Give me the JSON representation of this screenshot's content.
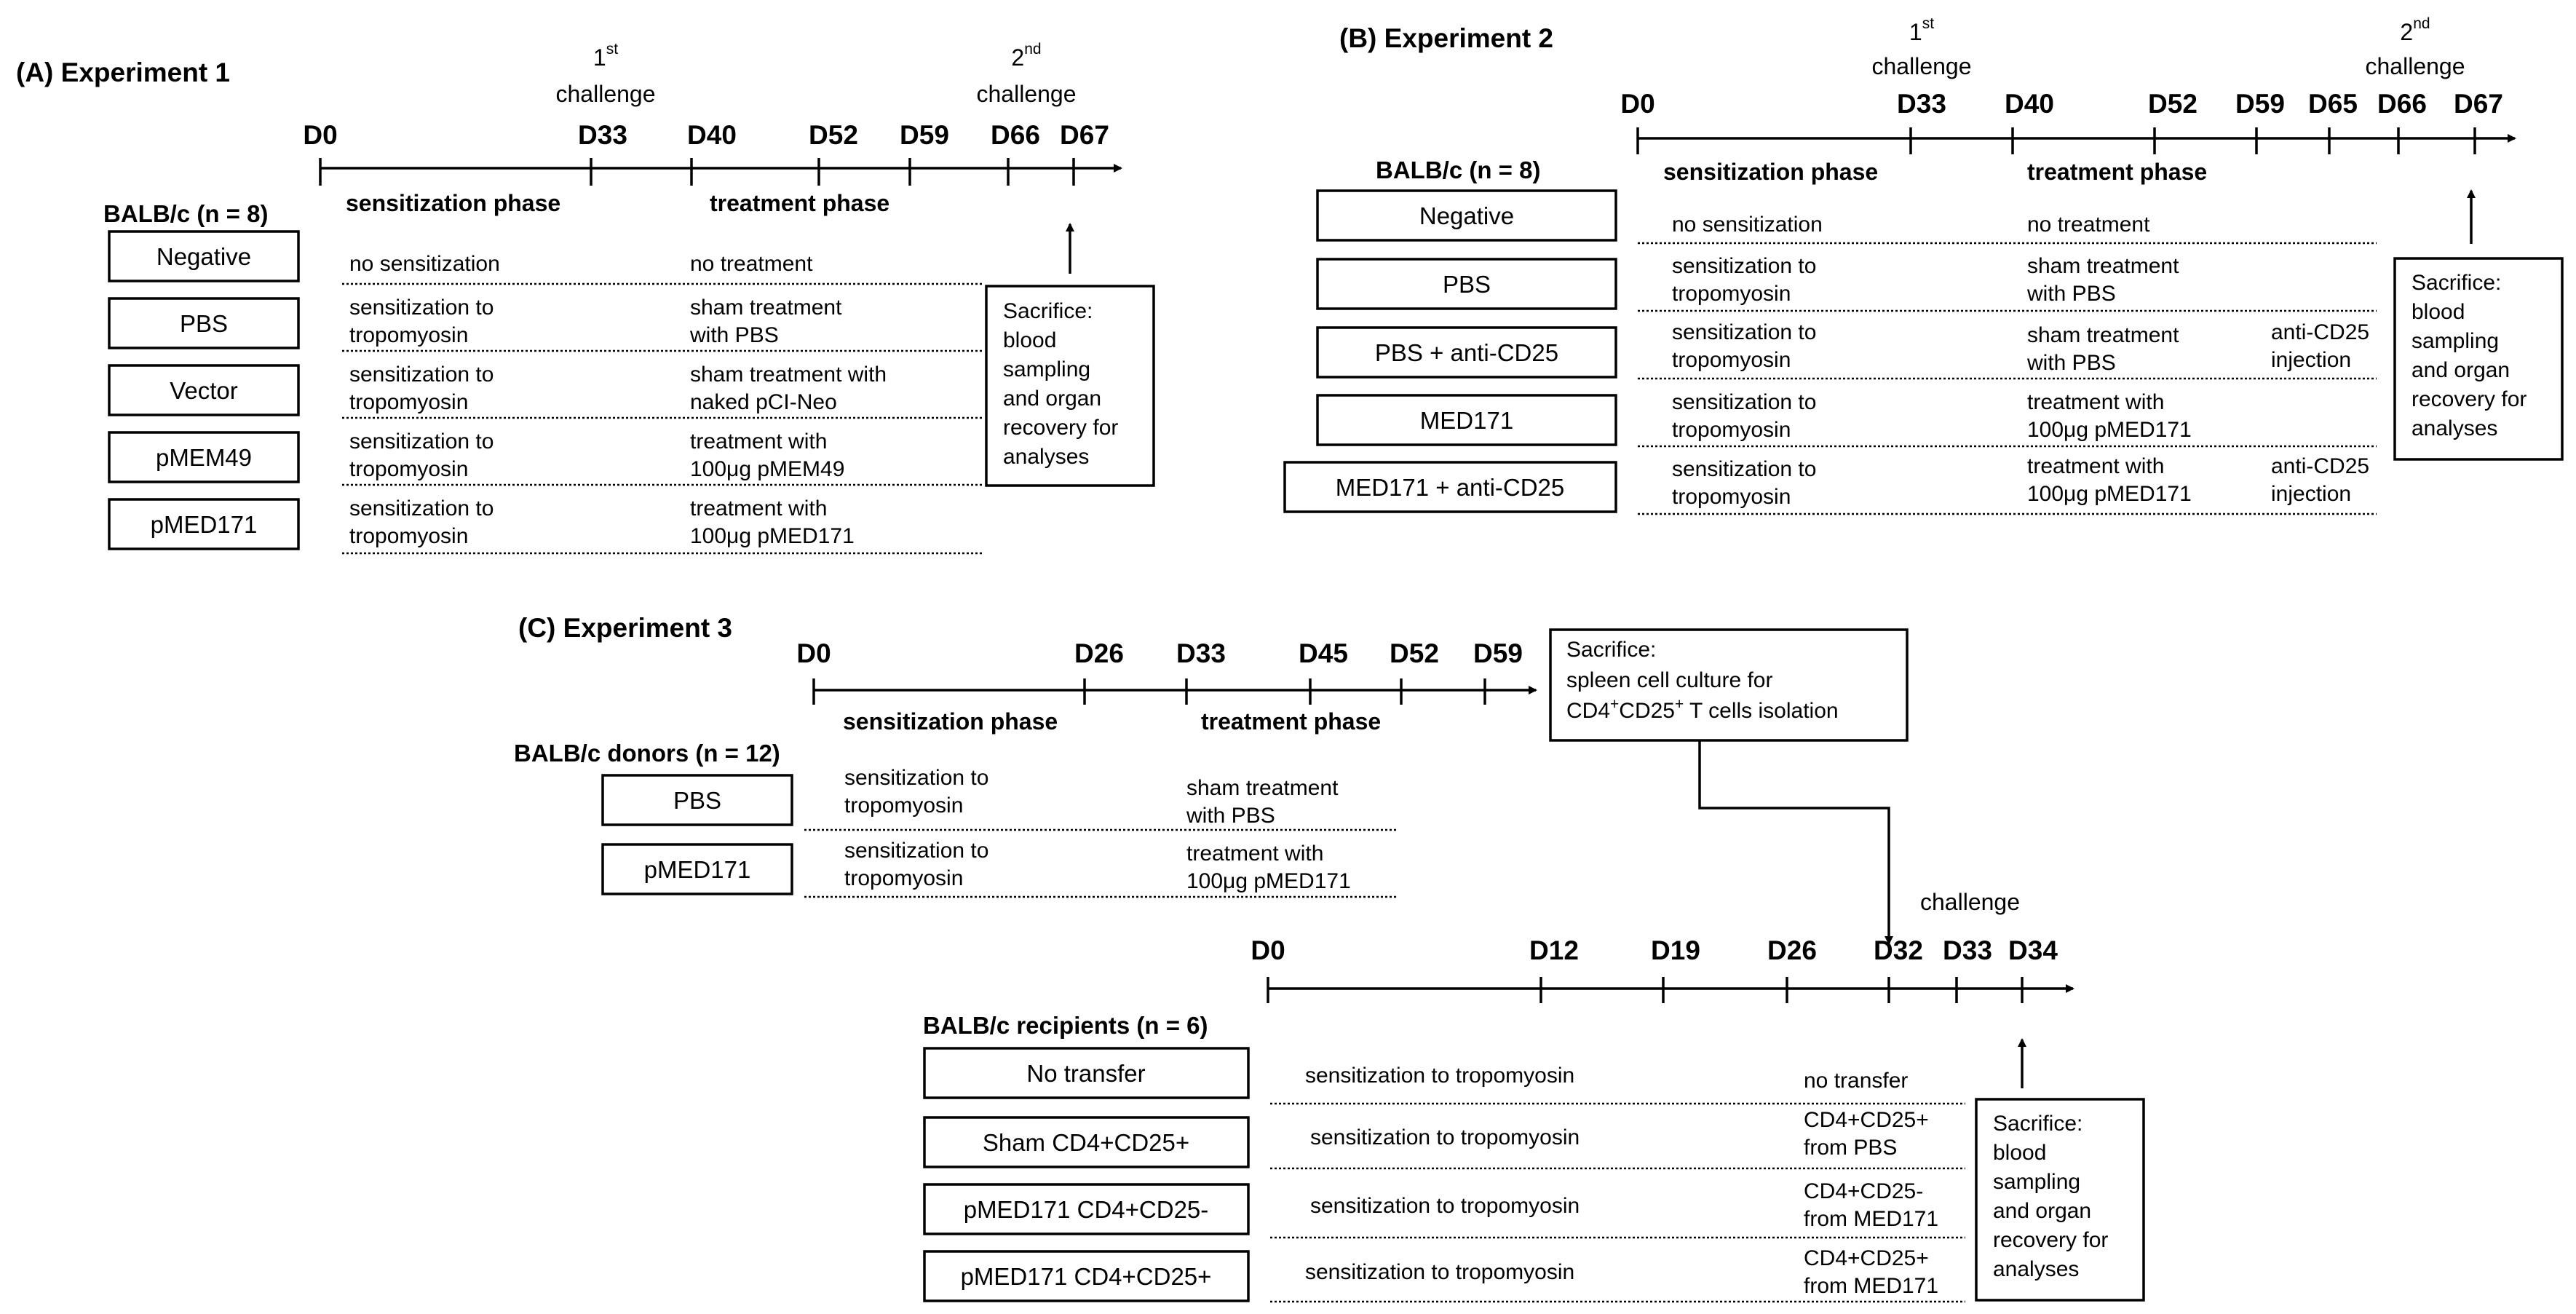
{
  "panelA": {
    "title": "(A) Experiment 1",
    "days": [
      "D0",
      "D33",
      "D40",
      "D52",
      "D59",
      "D66",
      "D67"
    ],
    "challenge1": {
      "num": "1",
      "sup": "st",
      "label": "challenge"
    },
    "challenge2": {
      "num": "2",
      "sup": "nd",
      "label": "challenge"
    },
    "phase1": "sensitization phase",
    "phase2": "treatment phase",
    "cohort": "BALB/c (n = 8)",
    "groups": [
      "Negative",
      "PBS",
      "Vector",
      "pMEM49",
      "pMED171"
    ],
    "sens": [
      [
        "no sensitization"
      ],
      [
        "sensitization to",
        "tropomyosin"
      ],
      [
        "sensitization to",
        "tropomyosin"
      ],
      [
        "sensitization to",
        "tropomyosin"
      ],
      [
        "sensitization to",
        "tropomyosin"
      ]
    ],
    "treat": [
      [
        "no treatment"
      ],
      [
        "sham treatment",
        "with PBS"
      ],
      [
        "sham treatment with",
        "naked pCI-Neo"
      ],
      [
        "treatment with",
        "100μg pMEM49"
      ],
      [
        "treatment with",
        "100μg pMED171"
      ]
    ],
    "sacrifice": [
      "Sacrifice:",
      "blood",
      "sampling",
      "and organ",
      "recovery for",
      "analyses"
    ]
  },
  "panelB": {
    "title": "(B) Experiment 2",
    "days": [
      "D0",
      "D33",
      "D40",
      "D52",
      "D59",
      "D65",
      "D66",
      "D67"
    ],
    "challenge1": {
      "num": "1",
      "sup": "st",
      "label": "challenge"
    },
    "challenge2": {
      "num": "2",
      "sup": "nd",
      "label": "challenge"
    },
    "phase1": "sensitization phase",
    "phase2": "treatment phase",
    "cohort": "BALB/c (n = 8)",
    "groups": [
      "Negative",
      "PBS",
      "PBS + anti-CD25",
      "MED171",
      "MED171 + anti-CD25"
    ],
    "sens": [
      [
        "no sensitization"
      ],
      [
        "sensitization to",
        "tropomyosin"
      ],
      [
        "sensitization to",
        "tropomyosin"
      ],
      [
        "sensitization to",
        "tropomyosin"
      ],
      [
        "sensitization to",
        "tropomyosin"
      ]
    ],
    "treat": [
      [
        "no treatment"
      ],
      [
        "sham treatment",
        "with PBS"
      ],
      [
        "sham treatment",
        "with PBS"
      ],
      [
        "treatment with",
        "100μg pMED171"
      ],
      [
        "treatment with",
        "100μg pMED171"
      ]
    ],
    "extra": [
      [],
      [],
      [
        "anti-CD25",
        "injection"
      ],
      [],
      [
        "anti-CD25",
        "injection"
      ]
    ],
    "sacrifice": [
      "Sacrifice:",
      "blood",
      "sampling",
      "and organ",
      "recovery for",
      "analyses"
    ]
  },
  "panelC": {
    "title": "(C) Experiment 3",
    "donor_days": [
      "D0",
      "D26",
      "D33",
      "D45",
      "D52",
      "D59"
    ],
    "phase1": "sensitization phase",
    "phase2": "treatment phase",
    "donor_cohort": "BALB/c donors (n = 12)",
    "donor_groups": [
      "PBS",
      "pMED171"
    ],
    "donor_sens": [
      [
        "sensitization to",
        "tropomyosin"
      ],
      [
        "sensitization to",
        "tropomyosin"
      ]
    ],
    "donor_treat": [
      [
        "sham treatment",
        "with PBS"
      ],
      [
        "treatment with",
        "100μg pMED171"
      ]
    ],
    "sac_title": "Sacrifice:",
    "sac_line2": "spleen cell culture for",
    "sac_cd4": "CD4",
    "sac_plus1": "+",
    "sac_cd25": "CD25",
    "sac_plus2": "+",
    "sac_rest": " T cells isolation",
    "challenge": "challenge",
    "recip_days": [
      "D0",
      "D12",
      "D19",
      "D26",
      "D32",
      "D33",
      "D34"
    ],
    "recip_cohort": "BALB/c recipients (n = 6)",
    "recip_groups": [
      "No transfer",
      "Sham CD4+CD25+",
      "pMED171 CD4+CD25-",
      "pMED171 CD4+CD25+"
    ],
    "recip_sens": "sensitization to tropomyosin",
    "recip_transfer": [
      [
        "no transfer"
      ],
      [
        "CD4+CD25+",
        "from PBS"
      ],
      [
        "CD4+CD25-",
        "from MED171"
      ],
      [
        "CD4+CD25+",
        "from MED171"
      ]
    ],
    "sacrifice": [
      "Sacrifice:",
      "blood",
      "sampling",
      "and organ",
      "recovery for",
      "analyses"
    ]
  }
}
